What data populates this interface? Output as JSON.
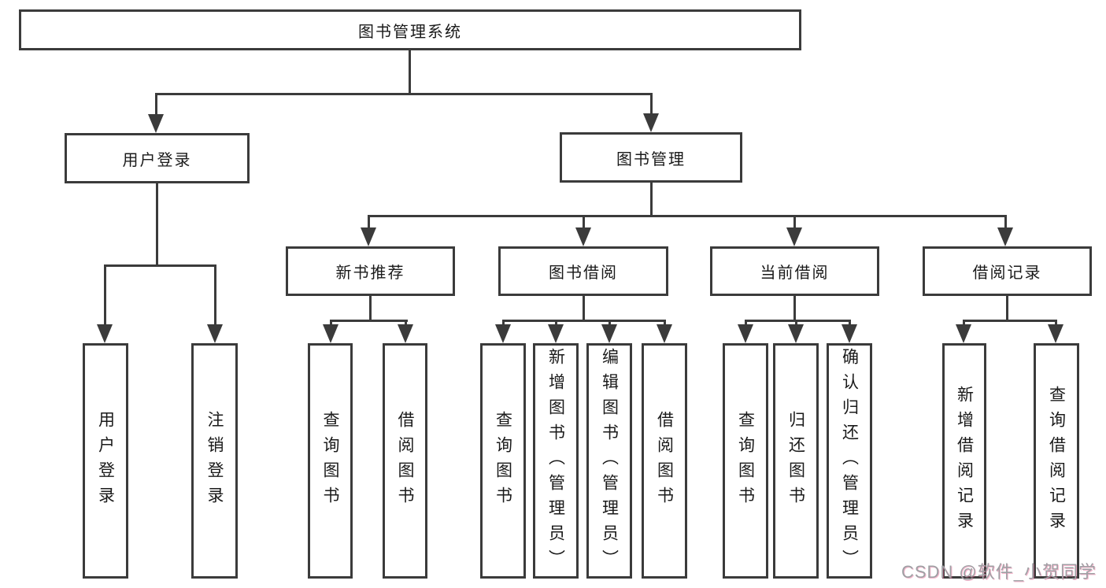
{
  "diagram": {
    "title": "图书管理系统",
    "nodes": {
      "root": "图书管理系统",
      "user_login": "用户登录",
      "book_management": "图书管理",
      "new_book_recommend": "新书推荐",
      "book_borrow": "图书借阅",
      "current_borrow": "当前借阅",
      "borrow_records": "借阅记录"
    },
    "leaves": {
      "user_login": "用户登录",
      "logout": "注销登录",
      "nb_query_book": "查询图书",
      "nb_borrow_book": "借阅图书",
      "bb_query_book": "查询图书",
      "bb_add_book": "新增图书（管理员）",
      "bb_edit_book": "编辑图书（管理员）",
      "bb_borrow_book": "借阅图书",
      "cb_query_book": "查询图书",
      "cb_return_book": "归还图书",
      "cb_confirm_return": "确认归还（管理员）",
      "rec_add_record": "新增借阅记录",
      "rec_query_record": "查询借阅记录"
    },
    "watermark": "CSDN @软件_小贺同学",
    "colors": {
      "line": "#3b3b3b",
      "text": "#1a1a1a",
      "watermark": "#9fa0a4",
      "background": "#ffffff"
    }
  }
}
